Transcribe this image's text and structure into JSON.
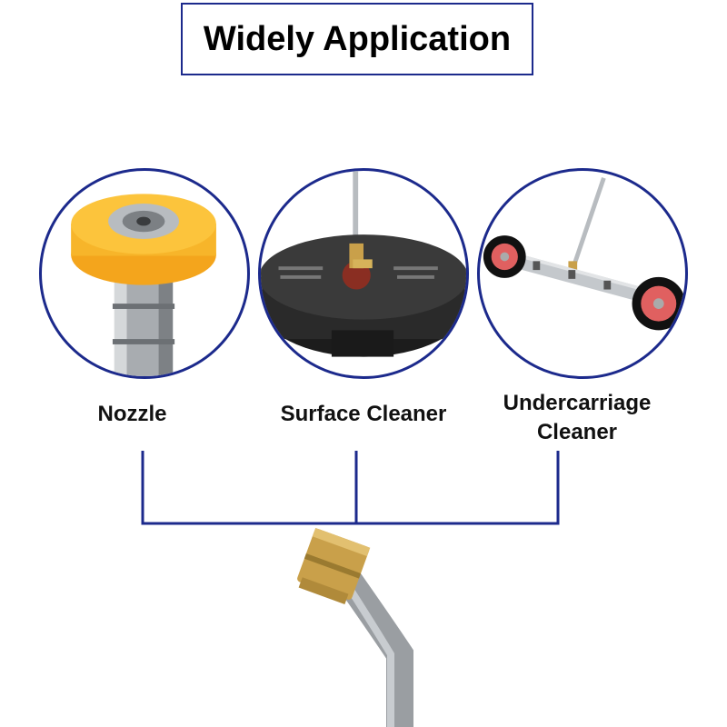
{
  "title": "Widely Application",
  "accent_color": "#1c2a8c",
  "items": [
    {
      "label": "Nozzle",
      "icon": "nozzle-icon"
    },
    {
      "label": "Surface Cleaner",
      "icon": "surface-cleaner-icon"
    },
    {
      "label_line1": "Undercarriage",
      "label_line2": "Cleaner",
      "icon": "undercarriage-cleaner-icon"
    }
  ],
  "bottom_image": "quick-connect-wand-icon"
}
